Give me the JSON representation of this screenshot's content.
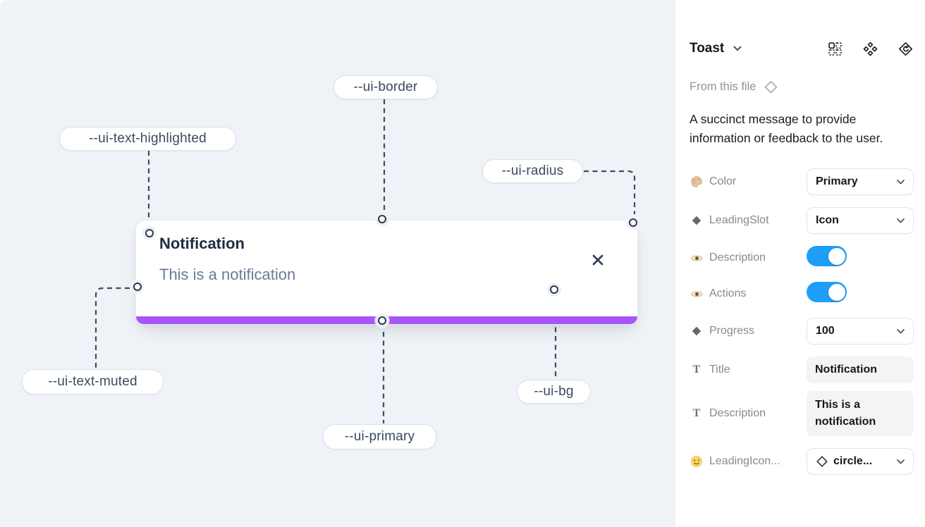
{
  "canvas": {
    "toast": {
      "title": "Notification",
      "description": "This is a notification"
    },
    "callouts": [
      {
        "label": "--ui-border"
      },
      {
        "label": "--ui-text-highlighted"
      },
      {
        "label": "--ui-radius"
      },
      {
        "label": "--ui-text-muted"
      },
      {
        "label": "--ui-primary"
      },
      {
        "label": "--ui-bg"
      }
    ]
  },
  "panel": {
    "title": "Toast",
    "source_label": "From this file",
    "description": "A succinct message to provide information or feedback to the user.",
    "header_icons": [
      "grid-icon",
      "component-icon",
      "component-reset-icon"
    ],
    "text_icon_glyph": "T",
    "properties": [
      {
        "label": "Color",
        "icon": "palette-icon",
        "control": "select",
        "value": "Primary"
      },
      {
        "label": "LeadingSlot",
        "icon": "diamond-icon",
        "control": "select",
        "value": "Icon"
      },
      {
        "label": "Description",
        "icon": "eye-icon",
        "control": "toggle",
        "value": "on"
      },
      {
        "label": "Actions",
        "icon": "eye-icon",
        "control": "toggle",
        "value": "on"
      },
      {
        "label": "Progress",
        "icon": "diamond-icon",
        "control": "select",
        "value": "100"
      },
      {
        "label": "Title",
        "icon": "text-icon",
        "control": "text",
        "value": "Notification"
      },
      {
        "label": "Description",
        "icon": "text-icon",
        "control": "text",
        "value": "This is a notification"
      },
      {
        "label": "LeadingIcon...",
        "icon": "smiley-icon",
        "control": "icon-select",
        "value": "circle..."
      }
    ]
  },
  "colors": {
    "primary_purple": "#a855f7",
    "toggle_on_blue": "#1e9ef7",
    "canvas_bg": "#eff2f6"
  }
}
